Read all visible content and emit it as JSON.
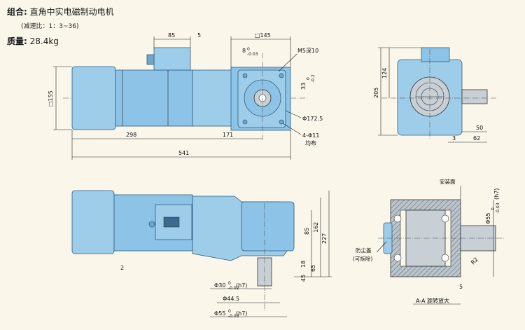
{
  "header": {
    "combo_label": "组合:",
    "combo_value": "直角中实电磁制动电机",
    "ratio_note": "(减速比：1：3~36)",
    "mass_label": "质量:",
    "mass_value": "28.4kg"
  },
  "top_view": {
    "d_85": "85",
    "d_5": "5",
    "d_155": "□155",
    "d_145": "□145",
    "key_8": "8",
    "key_8_tol": "0",
    "key_8_tol2": "-0.03",
    "tap_m5": "M5深10",
    "d_33": "33",
    "d_33_tol": "0",
    "d_33_tol2": "-0.2",
    "d_172": "Φ172.5",
    "holes": "4-Φ11",
    "holes_note": "均布",
    "d_298": "298",
    "d_171": "171",
    "d_541": "541"
  },
  "side_view": {
    "d_205": "205",
    "d_124": "124",
    "d_50": "50",
    "d_3": "3",
    "d_62": "62"
  },
  "front_view": {
    "d_2": "2",
    "d_85": "85",
    "d_162": "162",
    "d_227": "227",
    "d_18": "18",
    "d_65": "65",
    "d_45": "45",
    "d_30": "Φ30",
    "d_30_tol": "0",
    "d_30_tol2": "-0.02",
    "d_30_fit": "(h7)",
    "d_44": "Φ44.5",
    "d_55": "Φ55",
    "d_55_tol": "0",
    "d_55_tol2": "-0.03",
    "d_55_fit": "(h7)"
  },
  "section_view": {
    "mount_face": "安装面",
    "d_55": "Φ55",
    "d_55_tol": "0",
    "d_55_tol2": "-0.03",
    "d_55_fit": "(h7)",
    "d_r2": "R2",
    "d_5": "5",
    "dust_cover": "防尘盖",
    "dust_note": "(可拆除)",
    "caption": "A-A 旋转放大"
  }
}
